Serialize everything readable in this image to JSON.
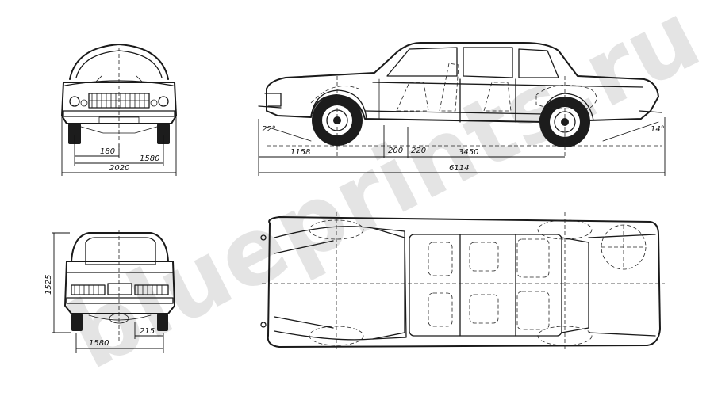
{
  "watermark": "blueprints.ru",
  "dimensions": {
    "front_track_offset": "180",
    "front_track": "1580",
    "overall_width": "2020",
    "overall_height": "1525",
    "rear_track": "1580",
    "rear_clearance": "215",
    "front_overhang": "1158",
    "front_clearance": "200",
    "rear_ground_clearance": "220",
    "wheelbase": "3450",
    "overall_length": "6114",
    "approach_angle": "22°",
    "departure_angle": "14°"
  }
}
